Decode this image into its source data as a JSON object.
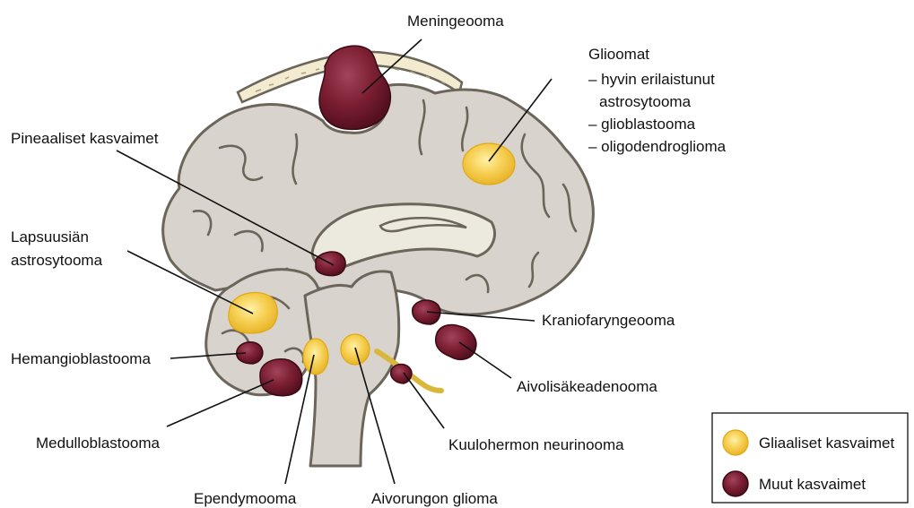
{
  "labels": {
    "meningeooma": "Meningeooma",
    "gliomat_title": "Glioomat",
    "gliomat_items": [
      "– hyvin erilaistunut",
      "astrosytooma",
      "– glioblastooma",
      "– oligodendroglioma"
    ],
    "pineaaliset": "Pineaaliset kasvaimet",
    "lapsuusian_1": "Lapsuusiän",
    "lapsuusian_2": "astrosytooma",
    "hemangioblastooma": "Hemangioblastooma",
    "medulloblastooma": "Medulloblastooma",
    "ependymooma": "Ependymooma",
    "aivorungon": "Aivorungon glioma",
    "kuulohermon": "Kuulohermon neurinooma",
    "kraniofaryngeooma": "Kraniofaryngeooma",
    "aivolisakeadenooma": "Aivolisäkeadenooma"
  },
  "legend": {
    "items": [
      {
        "label": "Gliaaliset kasvaimet",
        "type": "glial"
      },
      {
        "label": "Muut kasvaimet",
        "type": "other"
      }
    ]
  },
  "colors": {
    "glial": "#f6cf52",
    "other": "#7c1f33",
    "brain": "#d8d4cd",
    "outline": "#6b655a"
  }
}
